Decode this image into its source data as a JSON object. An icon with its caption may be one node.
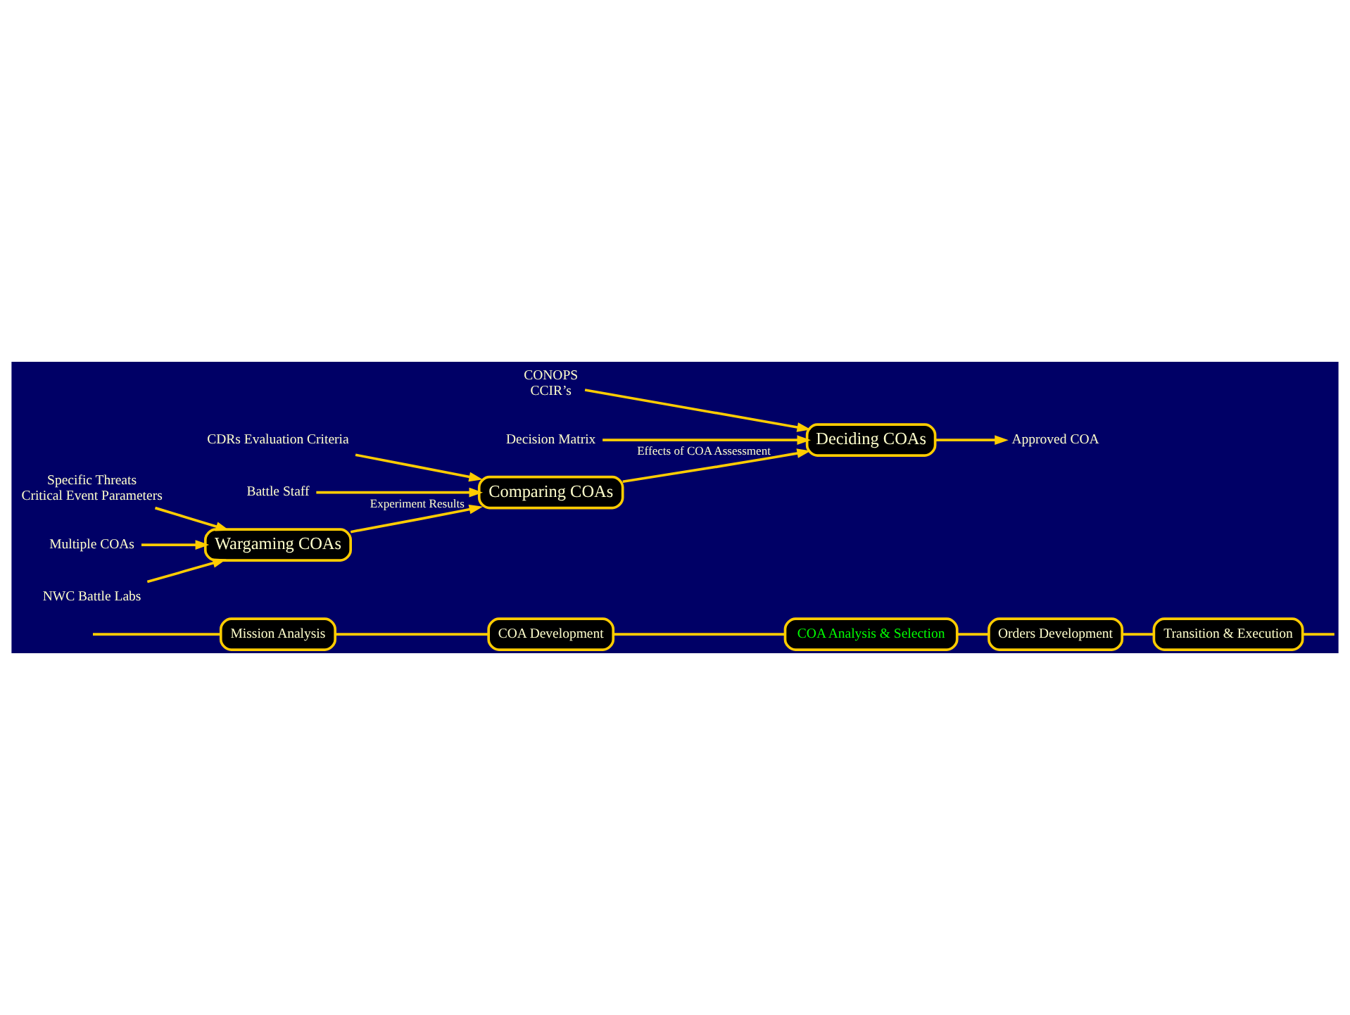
{
  "diagram": {
    "nodes": [
      {
        "text": [
          "Mission Analysis"
        ]
      },
      {
        "text": [
          "COA Development"
        ]
      },
      {
        "text": [
          "COA Analysis & Selection"
        ]
      },
      {
        "text": [
          "Orders Development"
        ]
      },
      {
        "text": [
          "Transition & Execution"
        ]
      },
      {
        "text": [
          "Wargaming COAs"
        ]
      },
      {
        "text": [
          "Comparing COAs"
        ]
      },
      {
        "text": [
          "Deciding COAs"
        ]
      },
      {
        "text": [
          "Specific Threats",
          "Critical Event Parameters"
        ]
      },
      {
        "text": [
          "Multiple COAs"
        ]
      },
      {
        "text": [
          "NWC Battle Labs"
        ]
      },
      {
        "text": [
          "CDRs Evaluation Criteria"
        ]
      },
      {
        "text": [
          "Battle Staff"
        ]
      },
      {
        "text": [
          "CONOPS",
          "CCIR’s"
        ]
      },
      {
        "text": [
          "Decision Matrix"
        ]
      },
      {
        "text": [
          "Approved COA"
        ]
      }
    ],
    "edges": [
      {
        "from": null,
        "to": 0,
        "arrow": "none"
      },
      {
        "from": 0,
        "to": 1,
        "arrow": "none"
      },
      {
        "from": 1,
        "to": 2,
        "arrow": "none"
      },
      {
        "from": 2,
        "to": 3,
        "arrow": "none"
      },
      {
        "from": 3,
        "to": 4,
        "arrow": "none"
      },
      {
        "from": 4,
        "to": null,
        "arrow": "none"
      },
      {
        "from": 9,
        "to": 5,
        "arrow": "to"
      },
      {
        "from": 8,
        "to": 5,
        "arrow": "to"
      },
      {
        "from": 10,
        "to": 5,
        "arrow": "to"
      },
      {
        "from": 5,
        "to": 6,
        "arrow": "to",
        "label": "Experiment Results"
      },
      {
        "from": 11,
        "to": 6,
        "arrow": "to"
      },
      {
        "from": 12,
        "to": 6,
        "arrow": "to"
      },
      {
        "from": 6,
        "to": 7,
        "arrow": "to",
        "label": "Effects of COA Assessment"
      },
      {
        "from": 13,
        "to": 7,
        "arrow": "to"
      },
      {
        "from": 14,
        "to": 7,
        "arrow": "to"
      },
      {
        "from": 7,
        "to": 15,
        "arrow": "to"
      }
    ]
  }
}
